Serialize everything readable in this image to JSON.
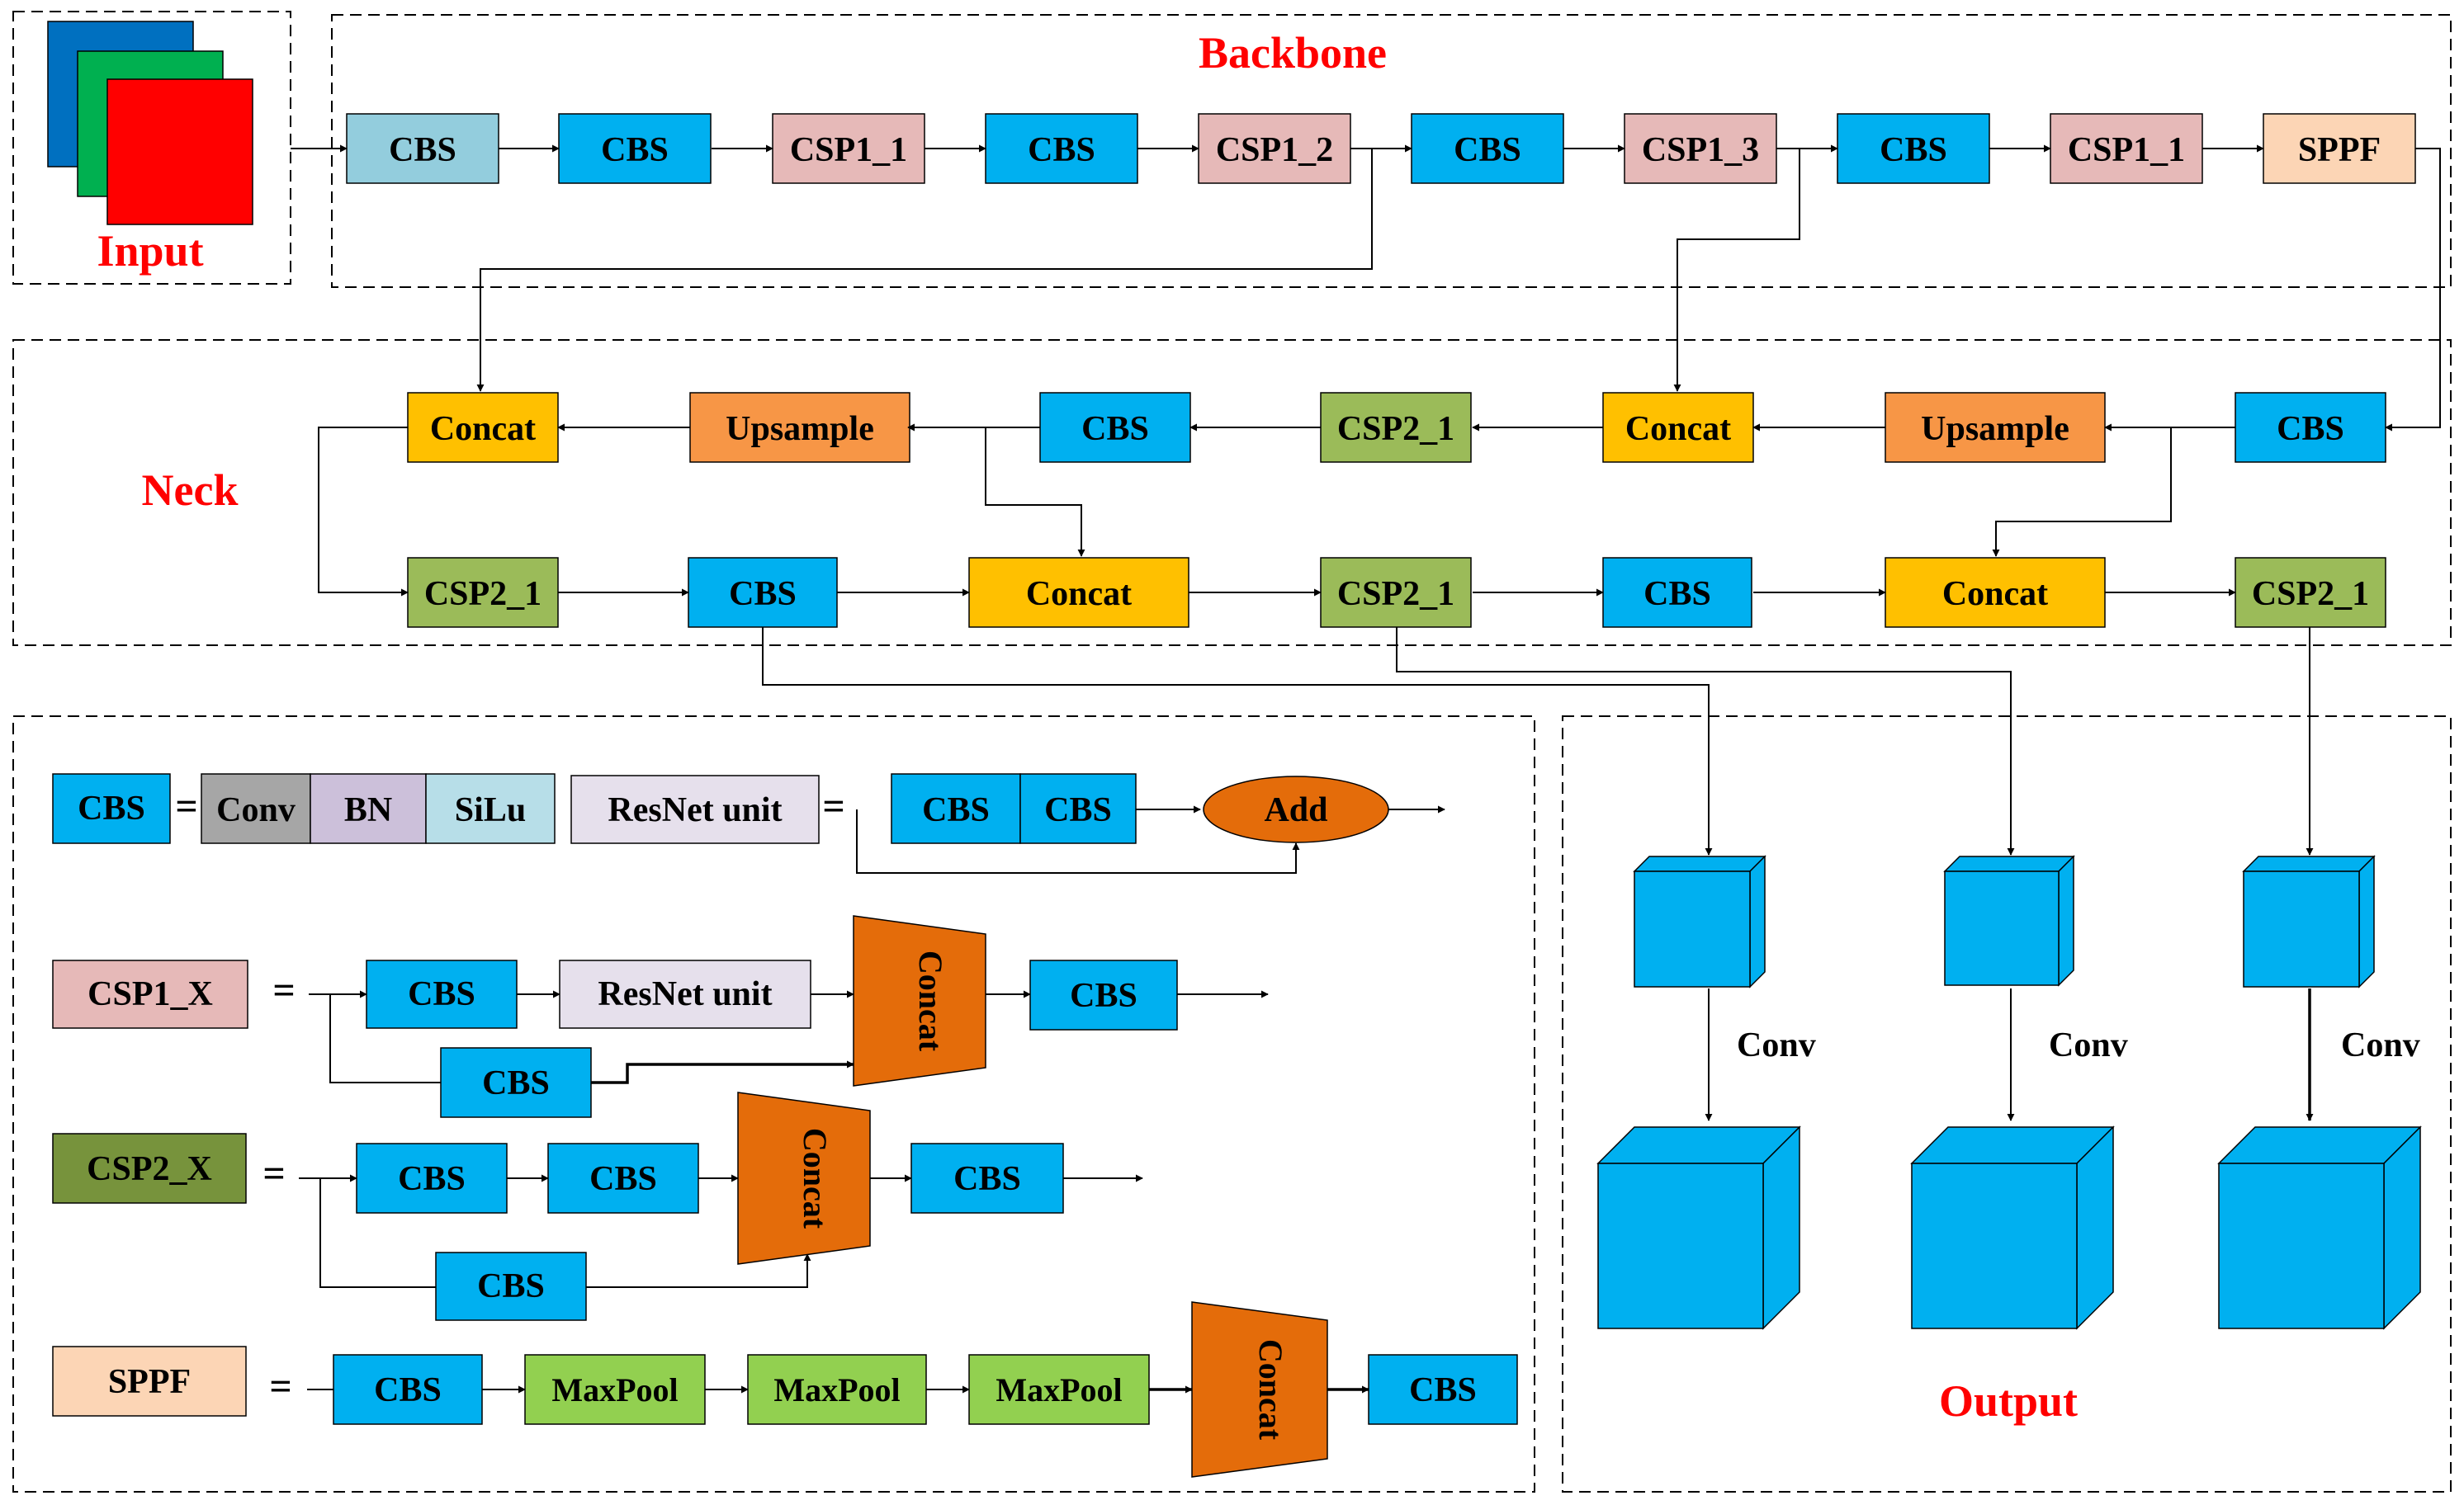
{
  "colors": {
    "cbs": "#00b0f0",
    "cbs_first": "#93cddd",
    "csp1": "#e6b9b8",
    "csp2": "#9bbb59",
    "csp2_x": "#77933c",
    "concat": "#ffc000",
    "upsample": "#f79646",
    "sppf": "#fcd5b5",
    "conv": "#a6a6a6",
    "bn": "#ccc0da",
    "silu": "#b7dee8",
    "resnet": "#e6e0ec",
    "maxpool": "#92d050",
    "orange_block": "#e46c0a",
    "title_red": "#ff0000",
    "input_blue": "#0070c0",
    "input_green": "#00b050",
    "input_red": "#ff0000"
  },
  "sections": {
    "input": "Input",
    "backbone": "Backbone",
    "neck": "Neck",
    "output": "Output"
  },
  "backbone": [
    "CBS",
    "CBS",
    "CSP1_1",
    "CBS",
    "CSP1_2",
    "CBS",
    "CSP1_3",
    "CBS",
    "CSP1_1",
    "SPPF"
  ],
  "neck_top": [
    "Concat",
    "Upsample",
    "CBS",
    "CSP2_1",
    "Concat",
    "Upsample",
    "CBS"
  ],
  "neck_bottom": [
    "CSP2_1",
    "CBS",
    "Concat",
    "CSP2_1",
    "CBS",
    "Concat",
    "CSP2_1"
  ],
  "legend": {
    "cbs": {
      "name": "CBS",
      "eq": "=",
      "parts": [
        "Conv",
        "BN",
        "SiLu"
      ]
    },
    "resnet": {
      "name": "ResNet unit",
      "eq": "=",
      "parts": [
        "CBS",
        "CBS"
      ],
      "add": "Add"
    },
    "csp1": {
      "name": "CSP1_X",
      "eq": "=",
      "cbs_a": "CBS",
      "resnet": "ResNet unit",
      "cbs_b": "CBS",
      "concat": "Concat",
      "cbs_out": "CBS"
    },
    "csp2": {
      "name": "CSP2_X",
      "eq": "=",
      "cbs_a": "CBS",
      "cbs_b": "CBS",
      "cbs_c": "CBS",
      "concat": "Concat",
      "cbs_out": "CBS"
    },
    "sppf": {
      "name": "SPPF",
      "eq": "=",
      "cbs": "CBS",
      "pools": [
        "MaxPool",
        "MaxPool",
        "MaxPool"
      ],
      "concat": "Concat",
      "cbs_out": "CBS"
    }
  },
  "output": {
    "conv_labels": [
      "Conv",
      "Conv",
      "Conv"
    ]
  }
}
